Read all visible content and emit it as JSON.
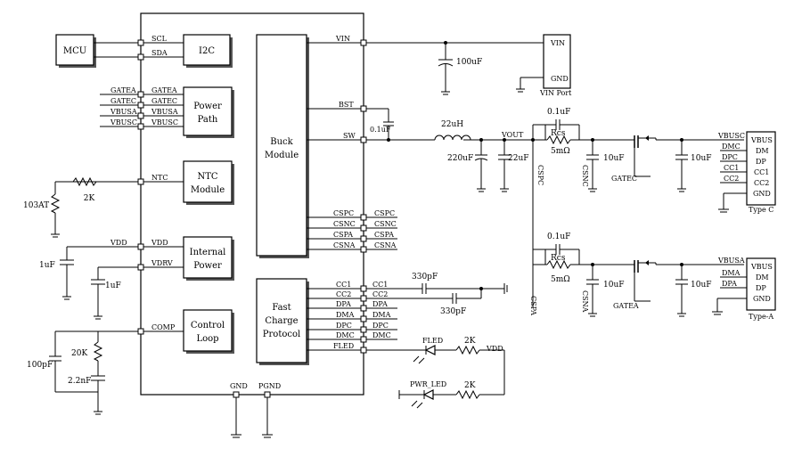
{
  "blocks": {
    "mcu": "MCU",
    "i2c": "I2C",
    "power_path": [
      "Power",
      "Path"
    ],
    "ntc": [
      "NTC",
      "Module"
    ],
    "internal_power": [
      "Internal",
      "Power"
    ],
    "control_loop": [
      "Control",
      "Loop"
    ],
    "buck": [
      "Buck",
      "Module"
    ],
    "fast_charge": [
      "Fast",
      "Charge",
      "Protocol"
    ],
    "vin_port": "VIN Port",
    "type_c": "Type C",
    "type_a": "Type-A"
  },
  "pins": {
    "scl": "SCL",
    "sda": "SDA",
    "gatea": "GATEA",
    "gatec": "GATEC",
    "vbusa": "VBUSA",
    "vbusc": "VBUSC",
    "ntc": "NTC",
    "vdd": "VDD",
    "vdrv": "VDRV",
    "comp": "COMP",
    "vin": "VIN",
    "bst": "BST",
    "sw": "SW",
    "cspc": "CSPC",
    "csnc": "CSNC",
    "cspa": "CSPA",
    "csna": "CSNA",
    "cc1": "CC1",
    "cc2": "CC2",
    "dpa": "DPA",
    "dma": "DMA",
    "dpc": "DPC",
    "dmc": "DMC",
    "fled": "FLED",
    "gnd": "GND",
    "pgnd": "PGND"
  },
  "ports": {
    "vin_pins": [
      "VIN",
      "GND"
    ],
    "type_c_pins": [
      "VBUS",
      "DM",
      "DP",
      "CC1",
      "CC2",
      "GND"
    ],
    "type_c_nets": [
      "VBUSC",
      "DMC",
      "DPC",
      "CC1",
      "CC2"
    ],
    "type_a_pins": [
      "VBUS",
      "DM",
      "DP",
      "GND"
    ],
    "type_a_nets": [
      "VBUSA",
      "DMA",
      "DPA"
    ]
  },
  "components": {
    "c_vin": "100uF",
    "c_bst": "0.1uF",
    "inductor": "22uH",
    "c_vout1": "220uF",
    "c_vout2": "22uF",
    "c_rcs_c": "0.1uF",
    "rcs_c": [
      "Rcs",
      "5mΩ"
    ],
    "c_csnc": "10uF",
    "c_vbusc": "10uF",
    "c_rcs_a": "0.1uF",
    "rcs_a": [
      "Rcs",
      "5mΩ"
    ],
    "c_csna": "10uF",
    "c_vbusa": "10uF",
    "c_cc1": "330pF",
    "c_cc2": "330pF",
    "r_fled": "2K",
    "r_pwr": "2K",
    "r_ntc": "2K",
    "thermistor": "103AT",
    "c_vdd": "1uF",
    "c_vdrv": "1uF",
    "c_comp_hf": "100pF",
    "r_comp": "20K",
    "c_comp": "2.2nF"
  },
  "nets": {
    "vout": "VOUT",
    "vdd_right": "VDD",
    "cspc_vert": "CSPC",
    "csnc_vert": "CSNC",
    "cspa_vert": "CSPA",
    "csna_vert": "CSNA",
    "gatec_label": "GATEC",
    "gatea_label": "GATEA",
    "fled_label": "FLED",
    "pwr_led_label": "PWR_LED"
  }
}
